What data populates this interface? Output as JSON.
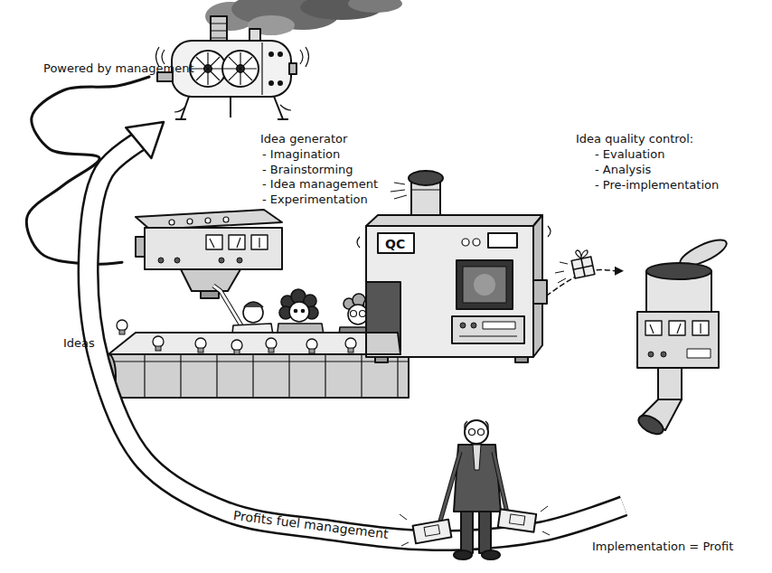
{
  "diagram": {
    "nodes": [
      {
        "text": [
          "Powered by management"
        ]
      },
      {
        "text": [
          "Idea generator",
          "- Imagination",
          "- Brainstorming",
          "- Idea management",
          "- Experimentation"
        ]
      },
      {
        "text": [
          "Idea quality control:",
          "- Evaluation",
          "- Analysis",
          "- Pre-implementation",
          "QC"
        ]
      },
      {
        "text": [
          "Implementation = Profit"
        ]
      }
    ],
    "edges": [
      {
        "from": 0,
        "to": 1,
        "arrow": "none"
      },
      {
        "from": 3,
        "to": 0,
        "label": "Profits fuel management",
        "arrow": "to"
      },
      {
        "from": 2,
        "to": 3,
        "arrow": "to"
      }
    ],
    "labels": [
      "Ideas"
    ]
  }
}
